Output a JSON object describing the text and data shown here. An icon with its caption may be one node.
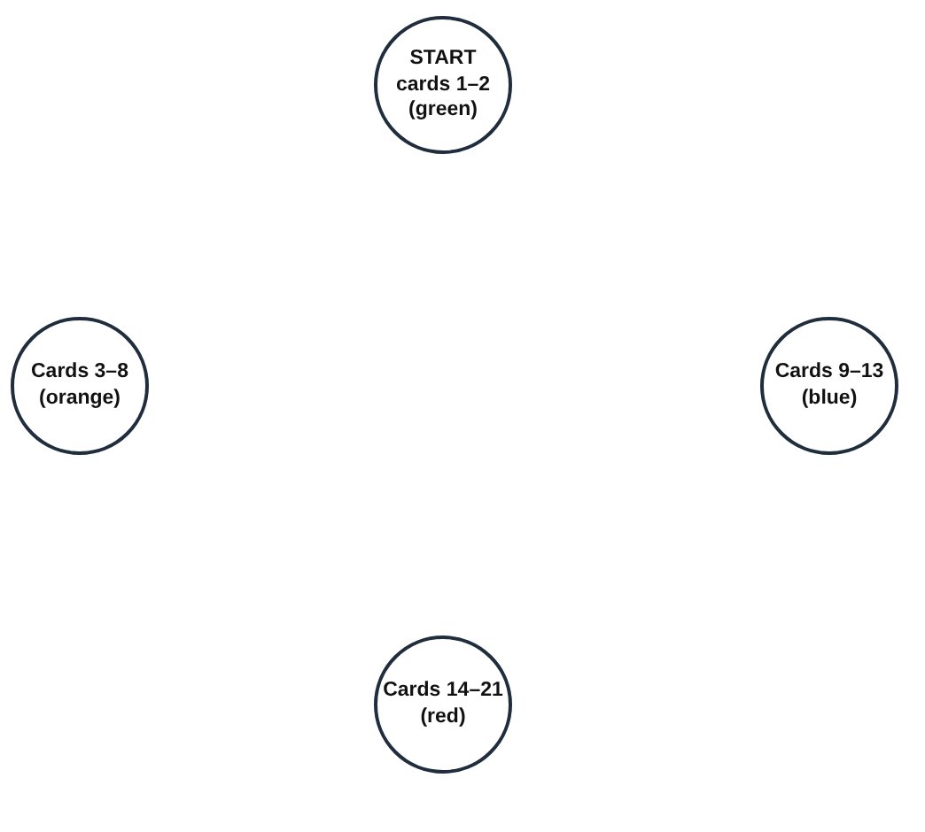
{
  "diagram": {
    "nodes": [
      {
        "text": [
          "START cards 1–2 (green)"
        ]
      },
      {
        "text": [
          "Cards 3–8 (orange)"
        ]
      },
      {
        "text": [
          "Cards 9–13 (blue)"
        ]
      },
      {
        "text": [
          "Cards 14–21 (red)"
        ]
      }
    ]
  }
}
